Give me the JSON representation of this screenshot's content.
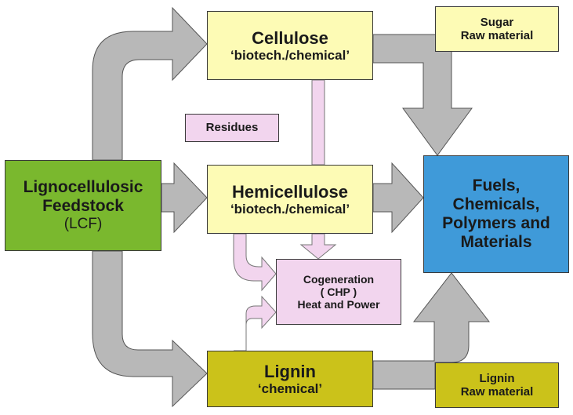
{
  "colors": {
    "light_yellow": "#fdfbb5",
    "olive": "#cbc21a",
    "green": "#7ab82e",
    "blue": "#3f9ad9",
    "pink": "#f2d5ee",
    "gray_arrow": "#b8b8b8"
  },
  "nodes": {
    "cellulose": {
      "title": "Cellulose",
      "subtitle": "‘biotech./chemical’"
    },
    "hemicellulose": {
      "title": "Hemicellulose",
      "subtitle": "‘biotech./chemical’"
    },
    "lignin": {
      "title": "Lignin",
      "subtitle": "‘chemical’"
    },
    "sugar": {
      "line1": "Sugar",
      "line2": "Raw material"
    },
    "lignin_raw": {
      "line1": "Lignin",
      "line2": "Raw material"
    },
    "residues": {
      "label": "Residues"
    },
    "cogeneration": {
      "line1": "Cogeneration",
      "line2": "( CHP )",
      "line3": "Heat and Power"
    },
    "lcf": {
      "line1": "Lignocellulosic",
      "line2": "Feedstock",
      "line3": "(LCF)"
    },
    "products": {
      "line1": "Fuels,",
      "line2": "Chemicals,",
      "line3": "Polymers and",
      "line4": "Materials"
    }
  }
}
